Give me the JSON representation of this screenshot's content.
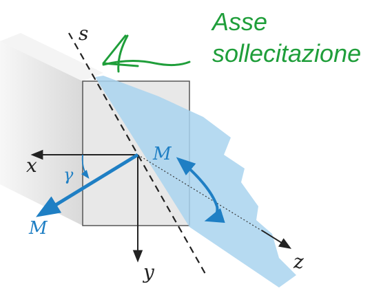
{
  "labels": {
    "axis_s": "s",
    "axis_x": "x",
    "axis_y": "y",
    "axis_z": "z",
    "moment_top": "M",
    "moment_bottom": "M",
    "angle": "γ"
  },
  "annotation": {
    "line1": "Asse",
    "line2": "sollecitazione"
  },
  "colors": {
    "plane_fill": "#a9d4ee",
    "moment_blue": "#1f7fc4",
    "beam_face": "#e9e9e9",
    "beam_side": "#dcdcdc",
    "handwriting_green": "#1f9e3a"
  }
}
